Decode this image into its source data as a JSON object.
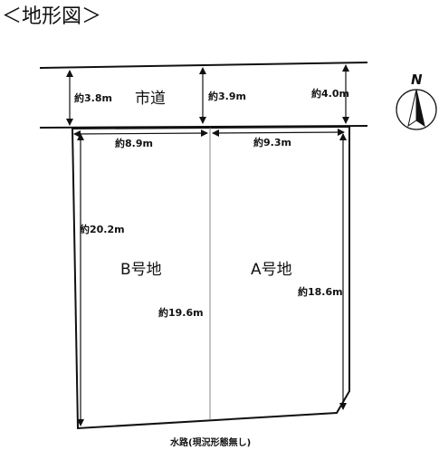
{
  "title": "＜地形図＞",
  "road": {
    "label": "市道",
    "width_left": "約3.8m",
    "width_mid": "約3.9m",
    "width_right": "約4.0m"
  },
  "lot_b": {
    "label": "B号地",
    "frontage": "約8.9m",
    "depth_left": "約20.2m",
    "depth_right": "約19.6m"
  },
  "lot_a": {
    "label": "A号地",
    "frontage": "約9.3m",
    "depth_right": "約18.6m"
  },
  "waterway": "水路(現況形態無し)",
  "north": "N"
}
